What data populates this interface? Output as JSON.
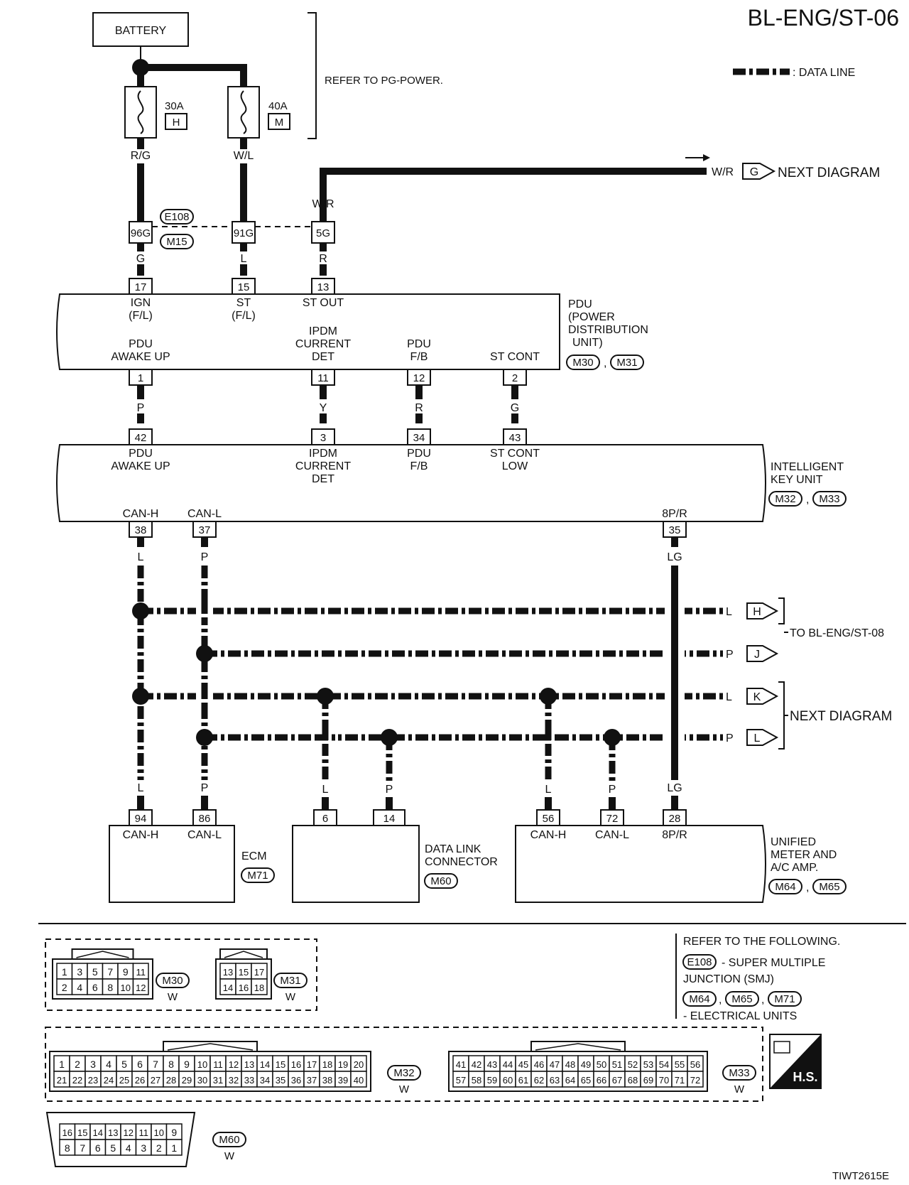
{
  "title": "BL-ENG/ST-06",
  "legend": {
    "data_line": ": DATA LINE"
  },
  "battery": "BATTERY",
  "refer_pg_power": "REFER TO PG-POWER.",
  "fuses": [
    {
      "amp": "30A",
      "letter": "H",
      "wire": "R/G"
    },
    {
      "amp": "40A",
      "letter": "M",
      "wire": "W/L"
    }
  ],
  "st_out_wire": "W/R",
  "next_diagram_g": {
    "wire": "W/R",
    "connector": "G",
    "label": "NEXT DIAGRAM"
  },
  "smj": {
    "conn_a": "E108",
    "conn_b": "M15",
    "pins": [
      "96G",
      "91G",
      "5G"
    ]
  },
  "pdu_input_wires": [
    "G",
    "L",
    "R"
  ],
  "pdu": {
    "title_lines": [
      "PDU",
      "(POWER",
      "DISTRIBUTION",
      "UNIT)"
    ],
    "connectors": [
      "M30",
      "M31"
    ],
    "top_pins": [
      {
        "pin": "17",
        "lines": [
          "IGN",
          "(F/L)"
        ]
      },
      {
        "pin": "15",
        "lines": [
          "ST",
          "(F/L)"
        ]
      },
      {
        "pin": "13",
        "lines": [
          "ST OUT"
        ]
      }
    ],
    "bottom_pins": [
      {
        "pin": "1",
        "lines": [
          "PDU",
          "AWAKE UP"
        ],
        "wire": "P"
      },
      {
        "pin": "11",
        "lines": [
          "IPDM",
          "CURRENT",
          "DET"
        ],
        "wire": "Y"
      },
      {
        "pin": "12",
        "lines": [
          "PDU",
          "F/B"
        ],
        "wire": "R"
      },
      {
        "pin": "2",
        "lines": [
          "ST CONT"
        ],
        "wire": "G"
      }
    ]
  },
  "iku": {
    "title_lines": [
      "INTELLIGENT",
      "KEY UNIT"
    ],
    "connectors": [
      "M32",
      "M33"
    ],
    "top_pins": [
      {
        "pin": "42",
        "lines": [
          "PDU",
          "AWAKE UP"
        ]
      },
      {
        "pin": "3",
        "lines": [
          "IPDM",
          "CURRENT",
          "DET"
        ]
      },
      {
        "pin": "34",
        "lines": [
          "PDU",
          "F/B"
        ]
      },
      {
        "pin": "43",
        "lines": [
          "ST CONT",
          "LOW"
        ]
      }
    ],
    "bottom_pins": [
      {
        "pin": "38",
        "label": "CAN-H",
        "wire": "L"
      },
      {
        "pin": "37",
        "label": "CAN-L",
        "wire": "P"
      },
      {
        "pin": "35",
        "label": "8P/R",
        "wire": "LG"
      }
    ]
  },
  "bus_outputs": [
    {
      "wire": "L",
      "connector": "H"
    },
    {
      "wire": "P",
      "connector": "J"
    },
    {
      "wire": "L",
      "connector": "K"
    },
    {
      "wire": "P",
      "connector": "L"
    }
  ],
  "to_bl_eng_st08": "TO BL-ENG/ST-08",
  "next_diagram_kl": "NEXT DIAGRAM",
  "ecm": {
    "title": "ECM",
    "connector": "M71",
    "pins": [
      {
        "pin": "94",
        "label": "CAN-H",
        "wire": "L"
      },
      {
        "pin": "86",
        "label": "CAN-L",
        "wire": "P"
      }
    ]
  },
  "dlc": {
    "title_lines": [
      "DATA LINK",
      "CONNECTOR"
    ],
    "connector": "M60",
    "pins": [
      {
        "pin": "6",
        "wire": "L"
      },
      {
        "pin": "14",
        "wire": "P"
      }
    ]
  },
  "meter": {
    "title_lines": [
      "UNIFIED",
      "METER AND",
      "A/C AMP."
    ],
    "connectors": [
      "M64",
      "M65"
    ],
    "pins": [
      {
        "pin": "56",
        "label": "CAN-H",
        "wire": "L"
      },
      {
        "pin": "72",
        "label": "CAN-L",
        "wire": "P"
      },
      {
        "pin": "28",
        "label": "8P/R",
        "wire": "LG"
      }
    ]
  },
  "refer_following": {
    "heading": "REFER TO THE FOLLOWING.",
    "smj_conn": "E108",
    "smj_text_1": "- SUPER MULTIPLE",
    "smj_text_2": "JUNCTION (SMJ)",
    "eu_conns": [
      "M64",
      "M65",
      "M71"
    ],
    "eu_text": "- ELECTRICAL UNITS"
  },
  "connector_faces": {
    "m30": {
      "name": "M30",
      "color": "W",
      "top": [
        "1",
        "3",
        "5",
        "7",
        "9",
        "11"
      ],
      "bottom": [
        "2",
        "4",
        "6",
        "8",
        "10",
        "12"
      ]
    },
    "m31": {
      "name": "M31",
      "color": "W",
      "top": [
        "13",
        "15",
        "17"
      ],
      "bottom": [
        "14",
        "16",
        "18"
      ]
    },
    "m32": {
      "name": "M32",
      "color": "W",
      "top": [
        "1",
        "2",
        "3",
        "4",
        "5",
        "6",
        "7",
        "8",
        "9",
        "10",
        "11",
        "12",
        "13",
        "14",
        "15",
        "16",
        "17",
        "18",
        "19",
        "20"
      ],
      "bottom": [
        "21",
        "22",
        "23",
        "24",
        "25",
        "26",
        "27",
        "28",
        "29",
        "30",
        "31",
        "32",
        "33",
        "34",
        "35",
        "36",
        "37",
        "38",
        "39",
        "40"
      ]
    },
    "m33": {
      "name": "M33",
      "color": "W",
      "top": [
        "41",
        "42",
        "43",
        "44",
        "45",
        "46",
        "47",
        "48",
        "49",
        "50",
        "51",
        "52",
        "53",
        "54",
        "55",
        "56"
      ],
      "bottom": [
        "57",
        "58",
        "59",
        "60",
        "61",
        "62",
        "63",
        "64",
        "65",
        "66",
        "67",
        "68",
        "69",
        "70",
        "71",
        "72"
      ]
    },
    "m60": {
      "name": "M60",
      "color": "W",
      "top": [
        "16",
        "15",
        "14",
        "13",
        "12",
        "11",
        "10",
        "9"
      ],
      "bottom": [
        "8",
        "7",
        "6",
        "5",
        "4",
        "3",
        "2",
        "1"
      ]
    }
  },
  "hs_badge": "H.S.",
  "footer_code": "TIWT2615E"
}
